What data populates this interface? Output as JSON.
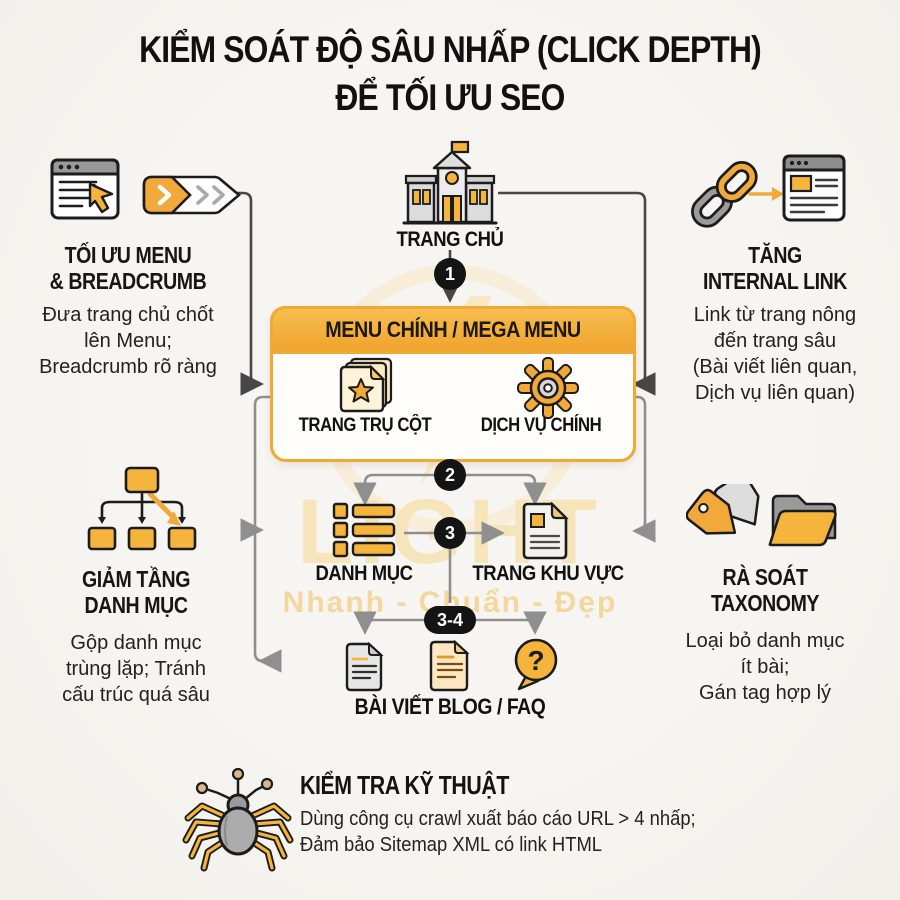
{
  "title": {
    "line1": "KIỂM SOÁT ĐỘ SÂU NHẤP (CLICK DEPTH)",
    "line2": "ĐỂ TỐI ƯU SEO"
  },
  "watermark": {
    "brand": "LIGHT",
    "tagline": "Nhanh - Chuẩn - Đẹp"
  },
  "flow": {
    "home_label": "TRANG CHỦ",
    "menu_header": "MENU CHÍNH / MEGA MENU",
    "pillar_label": "TRANG TRỤ CỘT",
    "service_label": "DỊCH VỤ CHÍNH",
    "category_label": "DANH MỤC",
    "region_label": "TRANG KHU VỰC",
    "blog_label": "BÀI VIẾT BLOG / FAQ",
    "faq_mark": "?",
    "steps": {
      "s1": "1",
      "s2": "2",
      "s3": "3",
      "s34": "3-4"
    }
  },
  "sections": {
    "menu_breadcrumb": {
      "heading_lines": [
        "TỐI ƯU MENU",
        "& BREADCRUMB"
      ],
      "body_lines": [
        "Đưa trang chủ chốt",
        "lên Menu;",
        "Breadcrumb rõ ràng"
      ]
    },
    "internal_link": {
      "heading_lines": [
        "TĂNG",
        "INTERNAL LINK"
      ],
      "body_lines": [
        "Link từ trang nông",
        "đến trang sâu",
        "(Bài viết liên quan,",
        "Dịch vụ liên quan)"
      ]
    },
    "reduce_depth": {
      "heading_lines": [
        "GIẢM TẦNG",
        "DANH MỤC"
      ],
      "body_lines": [
        "Gộp danh mục",
        "trùng lặp; Tránh",
        "cấu trúc quá sâu"
      ]
    },
    "taxonomy": {
      "heading_lines": [
        "RÀ SOÁT",
        "TAXONOMY"
      ],
      "body_lines": [
        "Loại bỏ danh mục",
        "ít bài;",
        "Gán tag hợp lý"
      ]
    },
    "technical": {
      "heading": "KIỂM TRA KỸ THUẬT",
      "body_lines": [
        "Dùng công cụ crawl xuất báo cáo URL > 4 nhấp;",
        "Đảm bảo Sitemap XML có link HTML"
      ]
    }
  },
  "colors": {
    "accent": "#F2A93B",
    "accent_deep": "#EFA42D",
    "pale_gold": "#F6E5BB",
    "paper": "#F5F3EF",
    "ink": "#1C1C1C",
    "line_gray": "#8F8F8F",
    "line_dark": "#474747",
    "step_bg": "#141414"
  }
}
